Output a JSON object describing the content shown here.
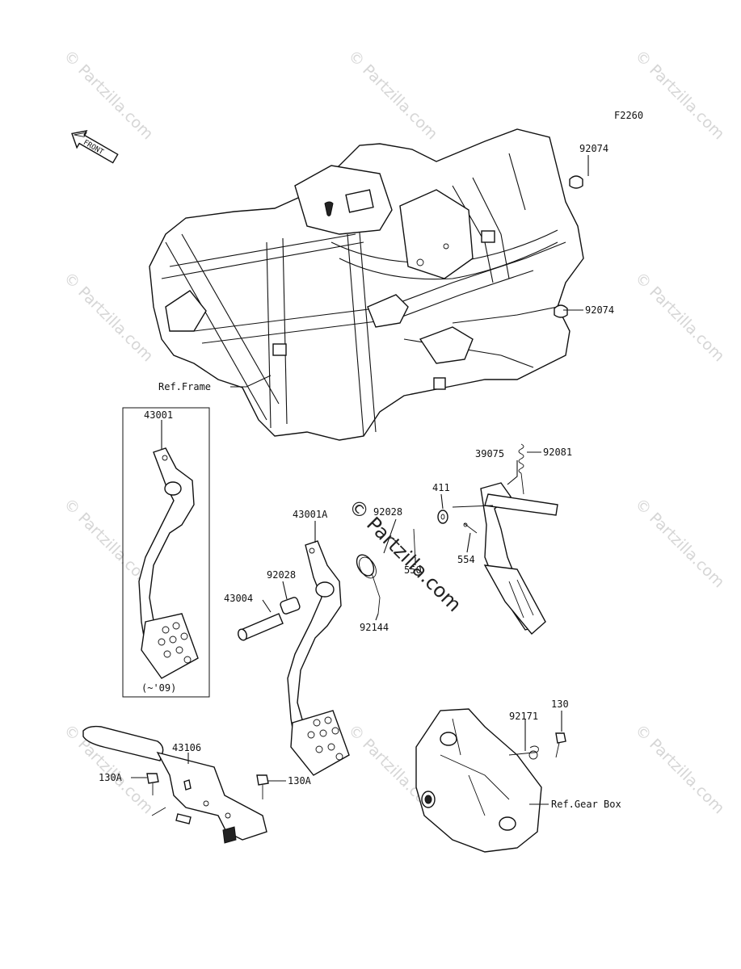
{
  "diagram": {
    "figure_code": "F2260",
    "front_arrow_text": "FRONT",
    "watermark": "© Partzilla.com",
    "references": {
      "frame": "Ref.Frame",
      "gear_box": "Ref.Gear Box"
    },
    "variant_note": "(~'09)",
    "labels": [
      {
        "id": "l-92074-top",
        "text": "92074"
      },
      {
        "id": "l-92074-mid",
        "text": "92074"
      },
      {
        "id": "l-43001",
        "text": "43001"
      },
      {
        "id": "l-39075",
        "text": "39075"
      },
      {
        "id": "l-92081",
        "text": "92081"
      },
      {
        "id": "l-411",
        "text": "411"
      },
      {
        "id": "l-92028-a",
        "text": "92028"
      },
      {
        "id": "l-43001A",
        "text": "43001A"
      },
      {
        "id": "l-550",
        "text": "550"
      },
      {
        "id": "l-554",
        "text": "554"
      },
      {
        "id": "l-92028-b",
        "text": "92028"
      },
      {
        "id": "l-43004",
        "text": "43004"
      },
      {
        "id": "l-92144",
        "text": "92144"
      },
      {
        "id": "l-130",
        "text": "130"
      },
      {
        "id": "l-92171",
        "text": "92171"
      },
      {
        "id": "l-43106",
        "text": "43106"
      },
      {
        "id": "l-130A-left",
        "text": "130A"
      },
      {
        "id": "l-130A-right",
        "text": "130A"
      }
    ]
  }
}
